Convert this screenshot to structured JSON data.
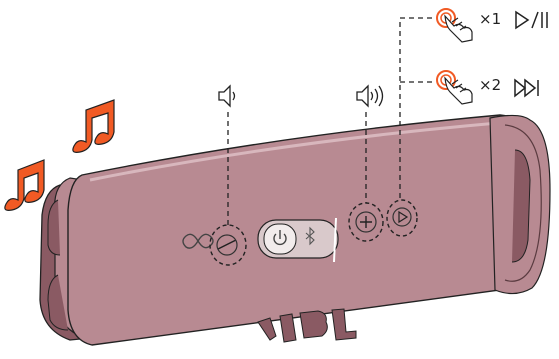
{
  "colors": {
    "speaker_body": "#b88a92",
    "speaker_edge": "#8a5a63",
    "speaker_dark": "#5a3b40",
    "music_note": "#f15a24",
    "press_ring": "#f15a24",
    "line": "#222222",
    "panel": "#d9c9cb"
  },
  "annotations": {
    "single_press_count": "×1",
    "double_press_count": "×2"
  },
  "icons": {
    "vol_down": "speaker-low-icon",
    "vol_up": "speaker-high-icon",
    "play_pause": "play-pause-icon",
    "next_track": "next-track-icon",
    "press": "finger-press-icon",
    "music": "music-note-icon",
    "link": "partyboost-link-icon",
    "power": "power-icon",
    "bluetooth": "bluetooth-icon"
  },
  "brand": {
    "logo_text": "JBL"
  }
}
